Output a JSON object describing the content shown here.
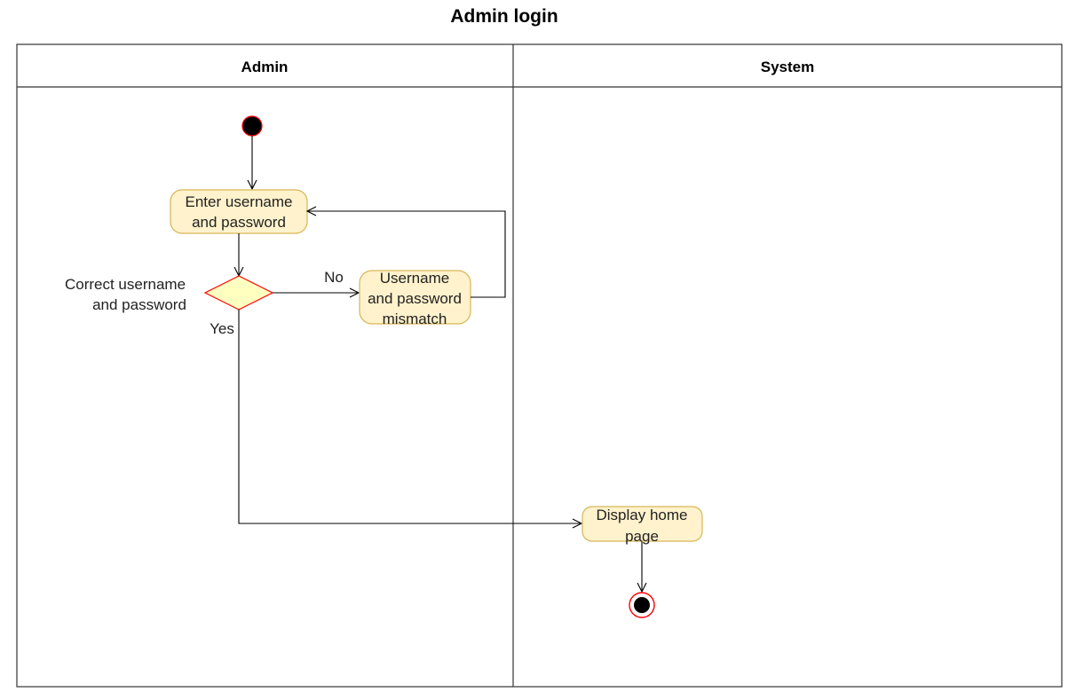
{
  "title": "Admin login",
  "lanes": [
    {
      "name": "Admin"
    },
    {
      "name": "System"
    }
  ],
  "nodes": {
    "enter_credentials": {
      "line1": "Enter username",
      "line2": "and password"
    },
    "mismatch": {
      "line1": "Username",
      "line2": "and password",
      "line3": "mismatch"
    },
    "decision": {
      "line1": "Correct username",
      "line2": "and password"
    },
    "display_home": {
      "line1": "Display home",
      "line2": "page"
    }
  },
  "edges": {
    "no_label": "No",
    "yes_label": "Yes"
  },
  "colors": {
    "action_fill": "#fff2cc",
    "action_stroke": "#d6b656",
    "decision_fill": "#ffffc0",
    "decision_stroke": "#ff0000",
    "start_fill": "#000000",
    "start_stroke": "#ff0000"
  }
}
